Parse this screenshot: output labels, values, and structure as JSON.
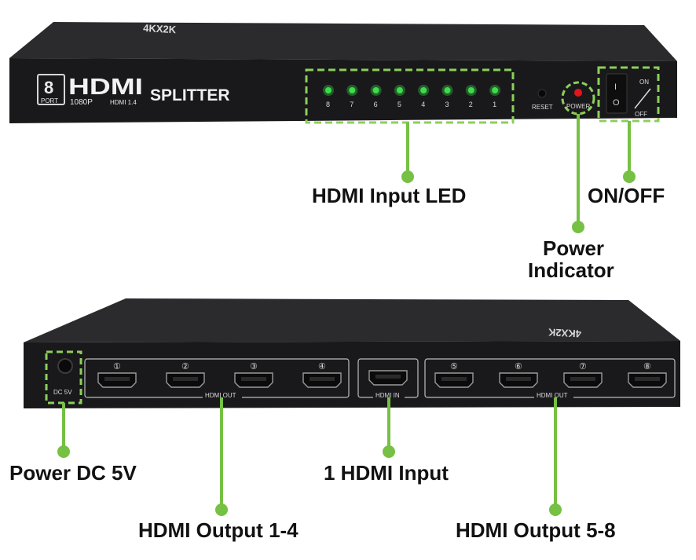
{
  "front_panel": {
    "brand_port_number": "8",
    "brand_port_word": "PORT",
    "brand_logo": "HDMI",
    "brand_sub_left": "1080P",
    "brand_sub_right": "HDMI 1.4",
    "product_name": "SPLITTER",
    "top_print": "4KX2K",
    "led_numbers": [
      "8",
      "7",
      "6",
      "5",
      "4",
      "3",
      "2",
      "1"
    ],
    "led_color": "#3ddc4a",
    "reset_label": "RESET",
    "power_label": "POWER",
    "power_led_color": "#e0161b",
    "switch_on_label": "ON",
    "switch_off_label": "OFF",
    "switch_symbol_on": "I",
    "switch_symbol_off": "O"
  },
  "rear_panel": {
    "top_print": "4KX2K",
    "dc_label": "DC 5V",
    "output_numbers_left": [
      "①",
      "②",
      "③",
      "④"
    ],
    "output_numbers_right": [
      "⑤",
      "⑥",
      "⑦",
      "⑧"
    ],
    "hdmi_out_label_left": "HDMI OUT",
    "hdmi_in_label": "HDMI IN",
    "hdmi_out_label_right": "HDMI OUT"
  },
  "callouts": {
    "hdmi_input_led": "HDMI Input LED",
    "on_off": "ON/OFF",
    "power_indicator_line1": "Power",
    "power_indicator_line2": "Indicator",
    "power_dc_5v": "Power DC 5V",
    "one_hdmi_input": "1 HDMI Input",
    "hdmi_output_1_4": "HDMI Output 1-4",
    "hdmi_output_5_8": "HDMI Output 5-8"
  },
  "colors": {
    "device_body": "#1b1b1d",
    "device_top": "#2a2a2d",
    "callout_green": "#76c043",
    "dashed_green": "#8ccf5a"
  }
}
